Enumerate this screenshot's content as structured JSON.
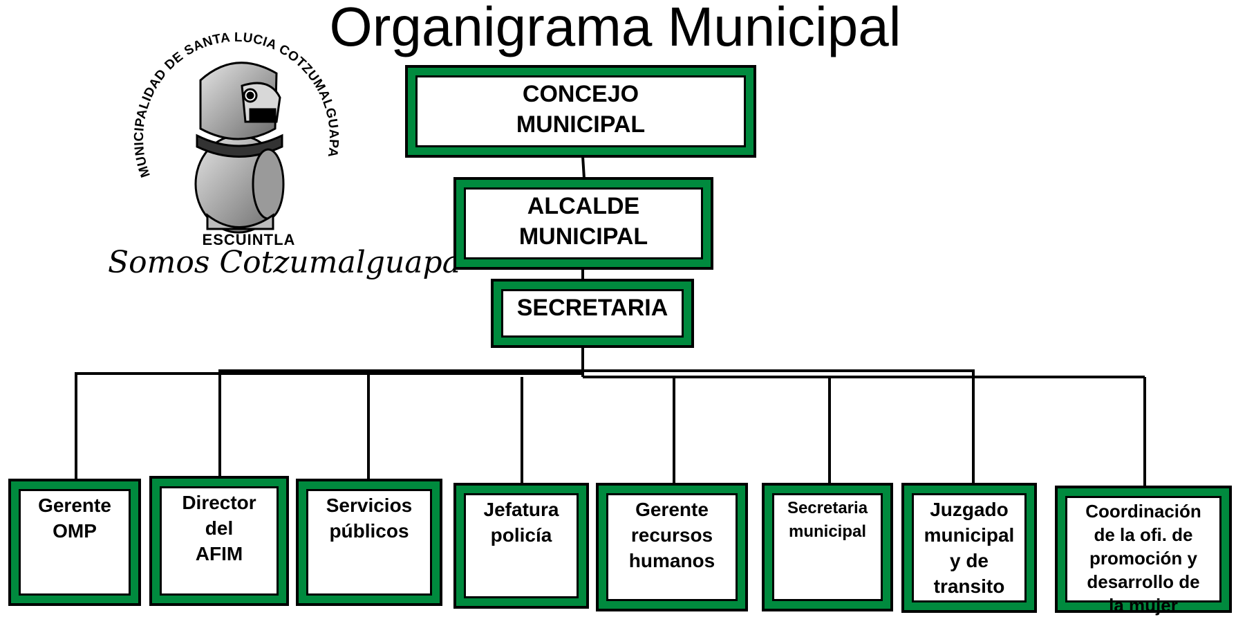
{
  "title": "Organigrama Municipal",
  "logo": {
    "seal_text": "MUNICIPALIDAD DE SANTA LUCIA COTZUMALGUAPA",
    "place": "ESCUINTLA",
    "slogan": "Somos Cotzumalguapa"
  },
  "colors": {
    "box_frame": "#008a3e",
    "line": "#000000",
    "text": "#000000"
  },
  "nodes": {
    "concejo": "CONCEJO\nMUNICIPAL",
    "alcalde": "ALCALDE\nMUNICIPAL",
    "secretaria": "SECRETARIA",
    "departments": [
      "Gerente\nOMP",
      "Director\ndel\nAFIM",
      "Servicios\npúblicos",
      "Jefatura\npolicía",
      "Gerente\nrecursos\nhumanos",
      "Secretaria\nmunicipal",
      "Juzgado\nmunicipal\ny de\ntransito",
      "Coordinación\nde la ofi. de\npromoción y\ndesarrollo de\nla mujer"
    ]
  }
}
